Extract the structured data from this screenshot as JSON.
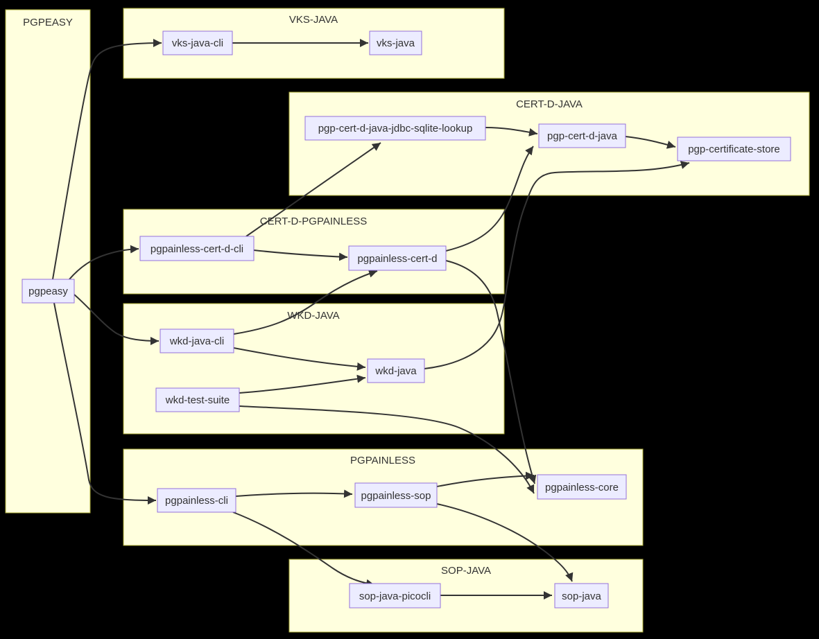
{
  "diagram": {
    "type": "dependency-flowchart",
    "background": "#000000",
    "colors": {
      "cluster_fill": "#ffffde",
      "cluster_border": "#aaaa33",
      "node_fill": "#ececff",
      "node_border": "#9370db",
      "edge": "#333333",
      "text": "#333333"
    },
    "subgraphs": [
      {
        "title": "PGPEASY"
      },
      {
        "title": "VKS-JAVA"
      },
      {
        "title": "CERT-D-JAVA"
      },
      {
        "title": "CERT-D-PGPAINLESS"
      },
      {
        "title": "WKD-JAVA"
      },
      {
        "title": "PGPAINLESS"
      },
      {
        "title": "SOP-JAVA"
      }
    ],
    "nodes": [
      {
        "id": "pgpeasy",
        "label": "pgpeasy",
        "group": "PGPEASY"
      },
      {
        "id": "vks-java-cli",
        "label": "vks-java-cli",
        "group": "VKS-JAVA"
      },
      {
        "id": "vks-java",
        "label": "vks-java",
        "group": "VKS-JAVA"
      },
      {
        "id": "pgp-cert-d-java-jdbc-sqlite-lookup",
        "label": "pgp-cert-d-java-jdbc-sqlite-lookup",
        "group": "CERT-D-JAVA"
      },
      {
        "id": "pgp-cert-d-java",
        "label": "pgp-cert-d-java",
        "group": "CERT-D-JAVA"
      },
      {
        "id": "pgp-certificate-store",
        "label": "pgp-certificate-store",
        "group": "CERT-D-JAVA"
      },
      {
        "id": "pgpainless-cert-d-cli",
        "label": "pgpainless-cert-d-cli",
        "group": "CERT-D-PGPAINLESS"
      },
      {
        "id": "pgpainless-cert-d",
        "label": "pgpainless-cert-d",
        "group": "CERT-D-PGPAINLESS"
      },
      {
        "id": "wkd-java-cli",
        "label": "wkd-java-cli",
        "group": "WKD-JAVA"
      },
      {
        "id": "wkd-java",
        "label": "wkd-java",
        "group": "WKD-JAVA"
      },
      {
        "id": "wkd-test-suite",
        "label": "wkd-test-suite",
        "group": "WKD-JAVA"
      },
      {
        "id": "pgpainless-cli",
        "label": "pgpainless-cli",
        "group": "PGPAINLESS"
      },
      {
        "id": "pgpainless-sop",
        "label": "pgpainless-sop",
        "group": "PGPAINLESS"
      },
      {
        "id": "pgpainless-core",
        "label": "pgpainless-core",
        "group": "PGPAINLESS"
      },
      {
        "id": "sop-java-picocli",
        "label": "sop-java-picocli",
        "group": "SOP-JAVA"
      },
      {
        "id": "sop-java",
        "label": "sop-java",
        "group": "SOP-JAVA"
      }
    ],
    "edges": [
      {
        "from": "pgpeasy",
        "to": "vks-java-cli"
      },
      {
        "from": "pgpeasy",
        "to": "pgpainless-cert-d-cli"
      },
      {
        "from": "pgpeasy",
        "to": "wkd-java-cli"
      },
      {
        "from": "pgpeasy",
        "to": "pgpainless-cli"
      },
      {
        "from": "vks-java-cli",
        "to": "vks-java"
      },
      {
        "from": "pgp-cert-d-java-jdbc-sqlite-lookup",
        "to": "pgp-cert-d-java"
      },
      {
        "from": "pgp-cert-d-java",
        "to": "pgp-certificate-store"
      },
      {
        "from": "pgpainless-cert-d-cli",
        "to": "pgp-cert-d-java-jdbc-sqlite-lookup"
      },
      {
        "from": "pgpainless-cert-d-cli",
        "to": "pgpainless-cert-d"
      },
      {
        "from": "pgpainless-cert-d",
        "to": "pgp-cert-d-java"
      },
      {
        "from": "pgpainless-cert-d",
        "to": "pgpainless-core"
      },
      {
        "from": "wkd-java-cli",
        "to": "pgpainless-cert-d"
      },
      {
        "from": "wkd-java-cli",
        "to": "wkd-java"
      },
      {
        "from": "wkd-test-suite",
        "to": "wkd-java"
      },
      {
        "from": "wkd-test-suite",
        "to": "pgpainless-core"
      },
      {
        "from": "wkd-java",
        "to": "pgp-certificate-store"
      },
      {
        "from": "pgpainless-cli",
        "to": "pgpainless-sop"
      },
      {
        "from": "pgpainless-cli",
        "to": "sop-java-picocli"
      },
      {
        "from": "pgpainless-sop",
        "to": "pgpainless-core"
      },
      {
        "from": "pgpainless-sop",
        "to": "sop-java"
      },
      {
        "from": "sop-java-picocli",
        "to": "sop-java"
      }
    ]
  }
}
